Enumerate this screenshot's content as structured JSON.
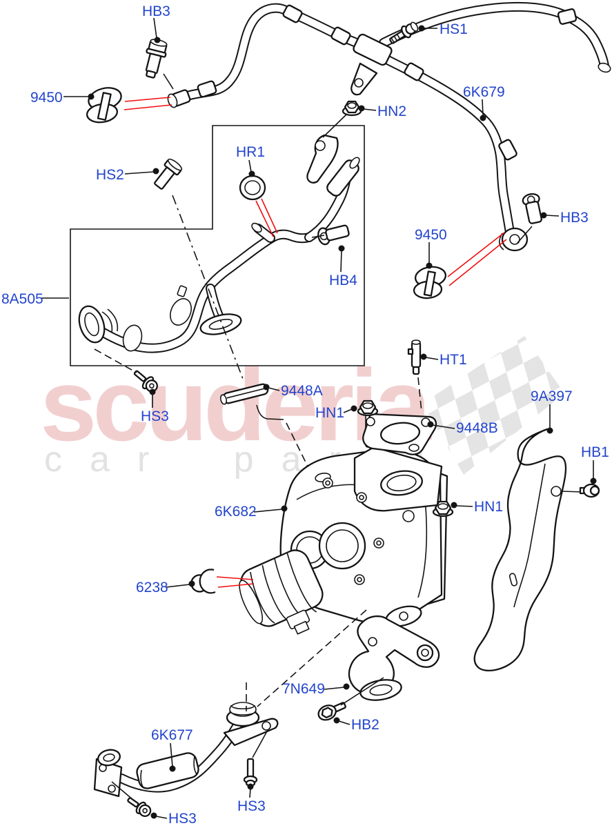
{
  "labels": {
    "hb3_top": "HB3",
    "hs1": "HS1",
    "c9450_left": "9450",
    "c6k679": "6K679",
    "hn2": "HN2",
    "hs2": "HS2",
    "hr1": "HR1",
    "hb3_right": "HB3",
    "c9450_right": "9450",
    "c8a505": "8A505",
    "hb4": "HB4",
    "hs3_left": "HS3",
    "c9448a": "9448A",
    "hn1_upper": "HN1",
    "ht1": "HT1",
    "c9448b": "9448B",
    "c9a397": "9A397",
    "hb1": "HB1",
    "c6k682": "6K682",
    "hn1_lower": "HN1",
    "c6238": "6238",
    "c7n649": "7N649",
    "hb2": "HB2",
    "c6k677": "6K677",
    "hs3_center": "HS3",
    "hs3_bottom": "HS3"
  },
  "watermark": {
    "brand": "scuderia",
    "tagline": "car parts"
  },
  "colors": {
    "label_blue": "#2244cc",
    "leader_red": "#f20d0d",
    "line": "#141414",
    "watermark_pink": "#f2cfcf",
    "watermark_gray": "#e2e2e2",
    "checker_gray": "#e4e4e4",
    "background": "#ffffff"
  }
}
